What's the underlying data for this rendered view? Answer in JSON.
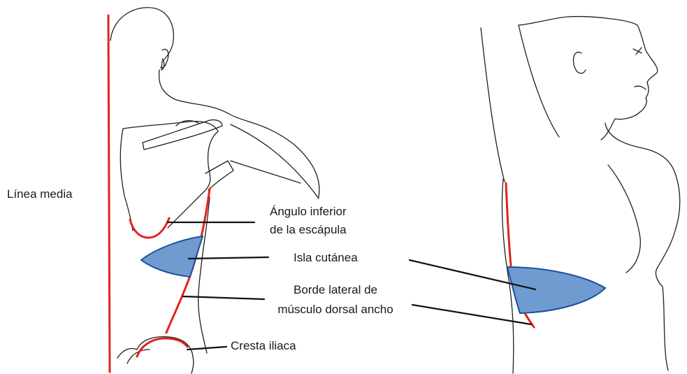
{
  "labels": {
    "midline": "Línea media",
    "scapula_line1": "Ángulo inferior",
    "scapula_line2": "de la escápula",
    "skin_island": "Isla cutánea",
    "lateral_border_line1": "Borde lateral de",
    "lateral_border_line2": "músculo dorsal ancho",
    "iliac_crest": "Cresta iliaca"
  },
  "colors": {
    "landmark_red": "#e2231a",
    "skin_island_fill": "#6f9bd1",
    "skin_island_stroke": "#1f4f9c",
    "outline": "#1f1f1f"
  }
}
